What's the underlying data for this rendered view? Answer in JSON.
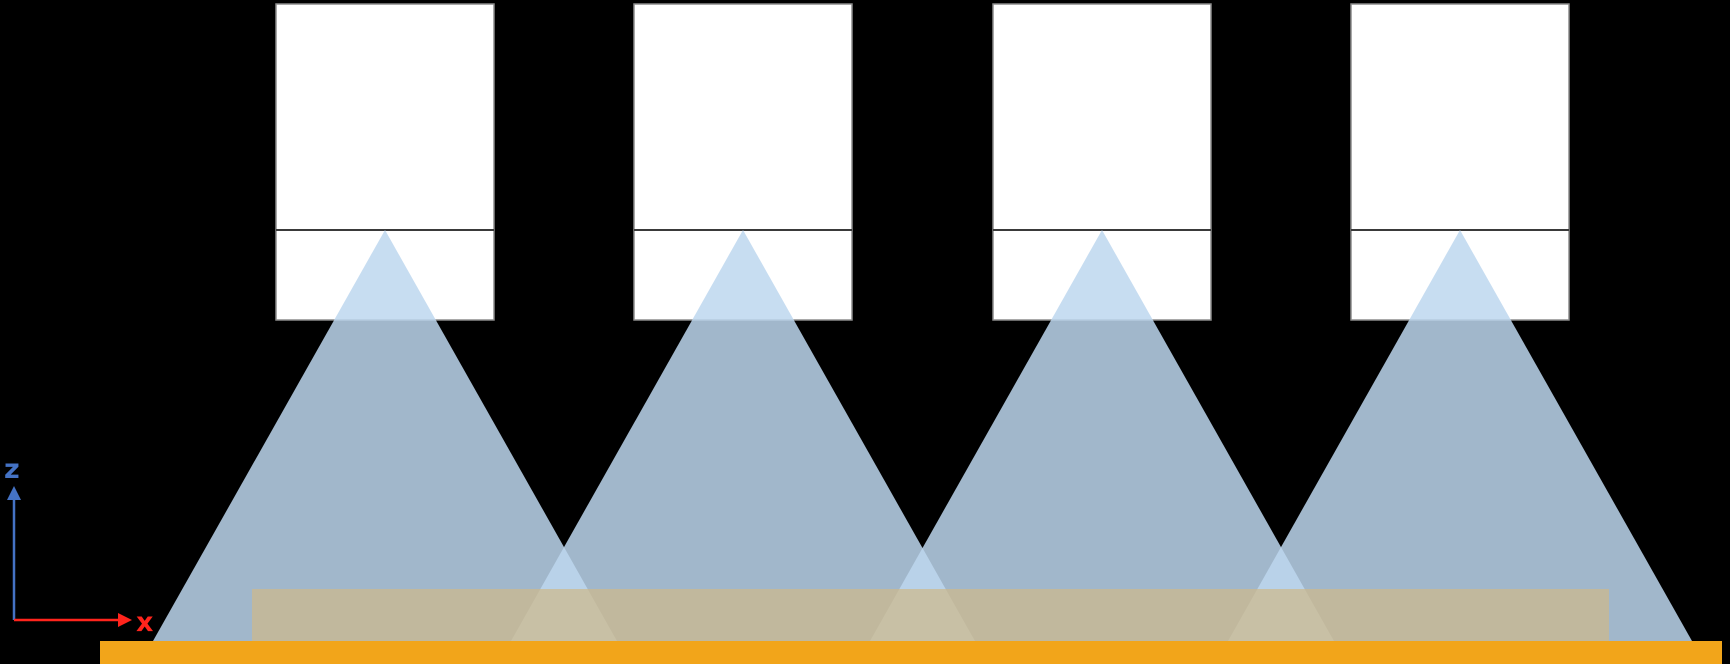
{
  "axes": {
    "z_label": "z",
    "x_label": "x"
  },
  "cameras": {
    "count": "4"
  },
  "colors": {
    "background": "#000000",
    "camera_body": "#FFFFFF",
    "camera_border": "#8C8C8C",
    "lens_divider": "#3A3A3A",
    "light_cone": "#BDD7EE",
    "sample": "#CDB98A",
    "conveyor": "#F2A51A",
    "z_axis": "#4472C4",
    "x_axis": "#FF241C"
  }
}
